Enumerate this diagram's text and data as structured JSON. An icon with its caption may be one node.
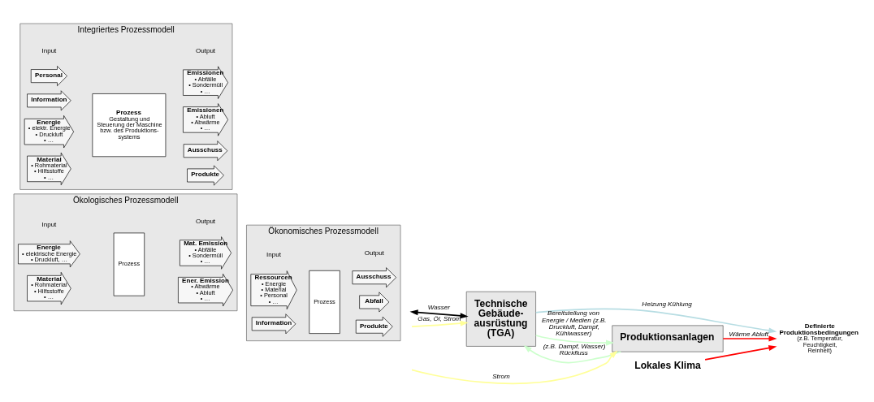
{
  "diagram": {
    "nodes": [
      {
        "text": [
          "Ökologisches Prozessmodell"
        ]
      },
      {
        "text": [
          "Energie",
          "• elektrische Energie",
          "• Druckluft, …"
        ],
        "in": 0
      },
      {
        "text": [
          "Material",
          "• Rohmaterial",
          "• Hilfsstoffe",
          "• …"
        ],
        "in": 0
      },
      {
        "text": [
          "Prozess"
        ],
        "in": 0
      },
      {
        "text": [
          "Ener. Emission",
          "• Abwärme",
          "• Abluft",
          "• …"
        ],
        "in": 0
      },
      {
        "text": [
          "Mat. Emission",
          "• Abfälle",
          "• Sondermüll",
          "• …"
        ],
        "in": 0
      },
      {
        "text": [
          "Ökonomisches Prozessmodell"
        ]
      },
      {
        "text": [
          "Ressourcen",
          "• Energie",
          "• Material",
          "• Personal",
          "• …"
        ],
        "in": 6
      },
      {
        "text": [
          "Information"
        ],
        "in": 6
      },
      {
        "text": [
          "Prozess"
        ],
        "in": 6
      },
      {
        "text": [
          "Produkte"
        ],
        "in": 6
      },
      {
        "text": [
          "Abfall"
        ],
        "in": 6
      },
      {
        "text": [
          "Ausschuss"
        ],
        "in": 6
      },
      {
        "text": [
          "Integriertes Prozessmodell"
        ]
      },
      {
        "text": [
          "Personal"
        ],
        "in": 13
      },
      {
        "text": [
          "Information"
        ],
        "in": 13
      },
      {
        "text": [
          "Energie",
          "• elektr. Energie",
          "• Druckluft",
          "• …"
        ],
        "in": 13
      },
      {
        "text": [
          "Material",
          "• Rohmaterial",
          "• Hilfsstoffe",
          "• …"
        ],
        "in": 13
      },
      {
        "text": [
          "Prozess",
          "Gestaltung und Steuerung der Maschine bzw. des Produktions- systems"
        ],
        "in": 13
      },
      {
        "text": [
          "Produkte"
        ],
        "in": 13
      },
      {
        "text": [
          "Ausschuss"
        ],
        "in": 13
      },
      {
        "text": [
          "Emissionen",
          "• Abluft",
          "• Abwärme",
          "• …"
        ],
        "in": 13
      },
      {
        "text": [
          "Emissionen",
          "• Abfälle",
          "• Sondermüll",
          "• …"
        ],
        "in": 13
      },
      {
        "text": [
          "Technische Gebäude- ausrüstung (TGA)"
        ]
      },
      {
        "text": [
          "Lokales Klima"
        ]
      },
      {
        "text": [
          "Definierte Produktionsbedingungen",
          "(z.B. Temperatur, Feuchtigkeit, Reinheit)"
        ]
      },
      {
        "text": [
          "Produktionsanlagen"
        ]
      }
    ],
    "edges": [
      {
        "from": null,
        "to": 23,
        "arrow": "to",
        "label": "Gas, Öl, Strom",
        "color": "#ffff99"
      },
      {
        "from": null,
        "to": 23,
        "arrow": "both",
        "label": "Wasser",
        "color": "#000000"
      },
      {
        "from": 23,
        "to": 25,
        "arrow": "to",
        "label": "Heizung Kühlung",
        "color": "#b7dde3"
      },
      {
        "from": 24,
        "to": 25,
        "arrow": "to",
        "color": "#ff0000"
      },
      {
        "from": 23,
        "to": 26,
        "arrow": "to",
        "label": "Bereitstellung von Energie / Medien (z.B. Druckluft, Dampf, Kühlwasser)",
        "color": "#ccffcc"
      },
      {
        "from": 26,
        "to": 23,
        "arrow": "to",
        "label": "(z.B. Dampf, Wasser) Rückfluss",
        "color": "#ccffcc"
      },
      {
        "from": 26,
        "to": 25,
        "arrow": "to",
        "label": "Wärme Abluft",
        "color": "#ff0000"
      },
      {
        "from": null,
        "to": 26,
        "arrow": "to",
        "label": "Strom",
        "color": "#ffff99"
      }
    ],
    "labels": [
      "Input",
      "Output",
      "Input",
      "Output",
      "Input",
      "Output"
    ]
  }
}
